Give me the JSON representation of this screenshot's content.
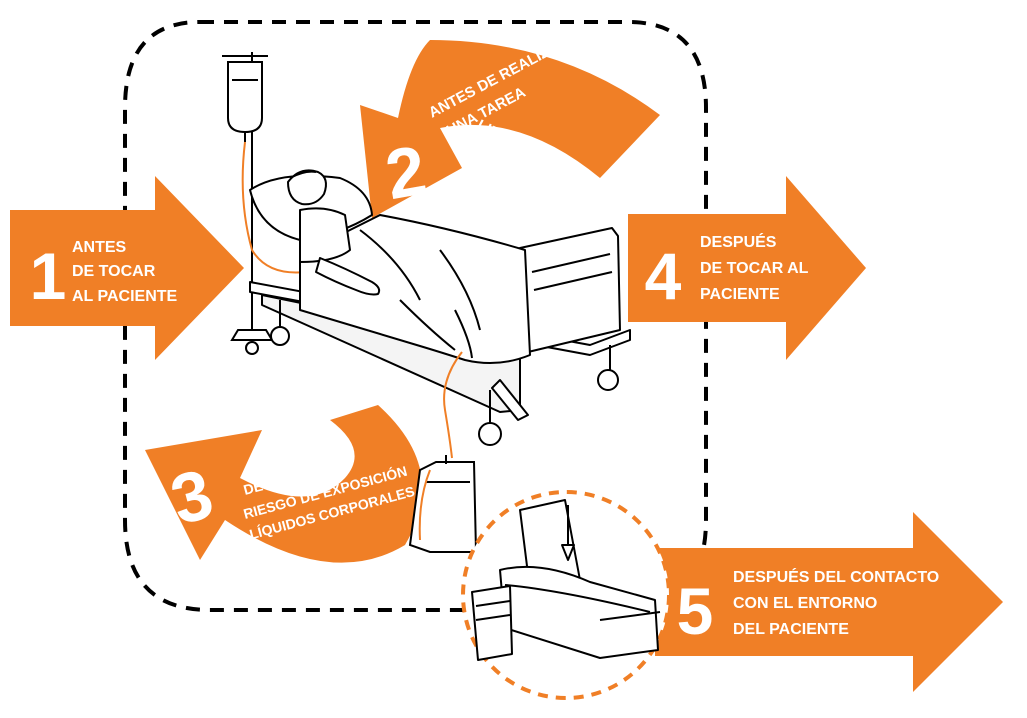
{
  "colors": {
    "accent": "#F07F26",
    "text_on_accent": "#FFFFFF",
    "line_art": "#000000",
    "tube": "#F07F26"
  },
  "moments": [
    {
      "number": "1",
      "lines": [
        "ANTES",
        "DE TOCAR",
        "AL PACIENTE"
      ]
    },
    {
      "number": "2",
      "lines": [
        "ANTES DE REALIZAR",
        "UNA TAREA",
        "LIMPIA/ASÉPTICA"
      ]
    },
    {
      "number": "3",
      "lines": [
        "DESPUÉS DEL",
        "RIESGO DE EXPOSICIÓN",
        "A LÍQUIDOS CORPORALES"
      ]
    },
    {
      "number": "4",
      "lines": [
        "DESPUÉS",
        "DE TOCAR AL",
        "PACIENTE"
      ]
    },
    {
      "number": "5",
      "lines": [
        "DESPUÉS DEL CONTACTO",
        "CON EL ENTORNO",
        "DEL PACIENTE"
      ]
    }
  ],
  "icons": {
    "patient_zone": "patient-in-bed-icon",
    "iv": "iv-drip-icon",
    "drain": "drainage-bag-icon",
    "environment": "empty-bed-icon"
  }
}
